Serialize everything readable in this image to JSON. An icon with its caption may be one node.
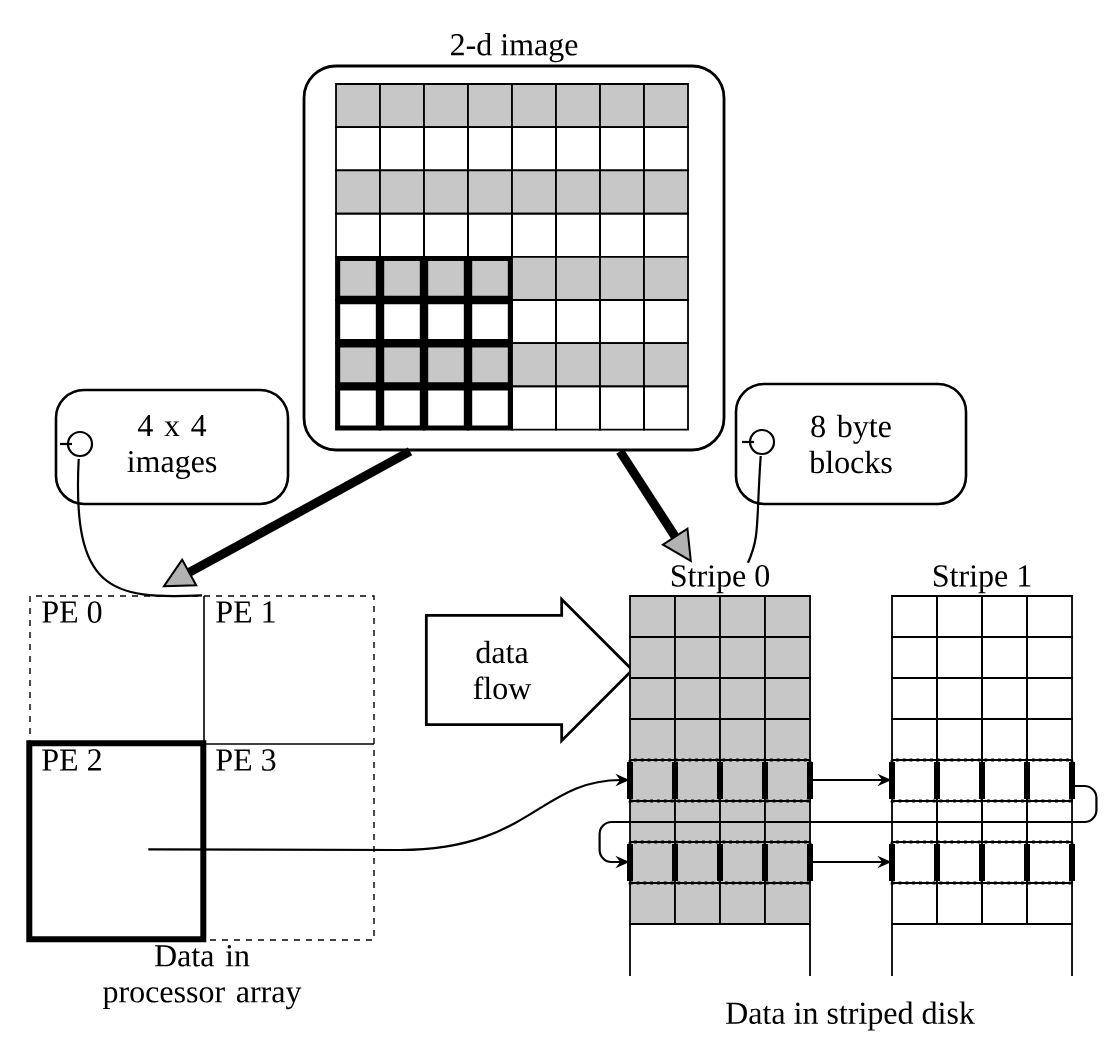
{
  "diagram": {
    "nodes": [
      {
        "text": [
          "2-d image"
        ]
      },
      {
        "text": [
          "4 x 4 images"
        ]
      },
      {
        "text": [
          "8 byte blocks"
        ]
      },
      {
        "text": [
          "Data in processor array"
        ]
      },
      {
        "text": [
          "PE 0"
        ],
        "in": 3
      },
      {
        "text": [
          "PE 1"
        ],
        "in": 3
      },
      {
        "text": [
          "PE 2"
        ],
        "in": 3
      },
      {
        "text": [
          "PE 3"
        ],
        "in": 3
      },
      {
        "text": [
          "data flow"
        ]
      },
      {
        "text": [
          "Stripe 0"
        ]
      },
      {
        "text": [
          "Stripe 1"
        ]
      }
    ],
    "edges": [
      {
        "from": 0,
        "to": 3,
        "arrow": "to",
        "style": "thick"
      },
      {
        "from": 0,
        "to": 9,
        "arrow": "to",
        "style": "thick"
      },
      {
        "from": 1,
        "to": 3,
        "arrow": "none"
      },
      {
        "from": 2,
        "to": 9,
        "arrow": "none"
      },
      {
        "from": 6,
        "to": 9,
        "arrow": "to"
      },
      {
        "from": 9,
        "to": 10,
        "arrow": "to"
      },
      {
        "from": 9,
        "to": 10,
        "arrow": "to"
      },
      {
        "from": 10,
        "to": 9,
        "arrow": "to"
      }
    ],
    "labels": [
      "Data in striped disk"
    ]
  }
}
